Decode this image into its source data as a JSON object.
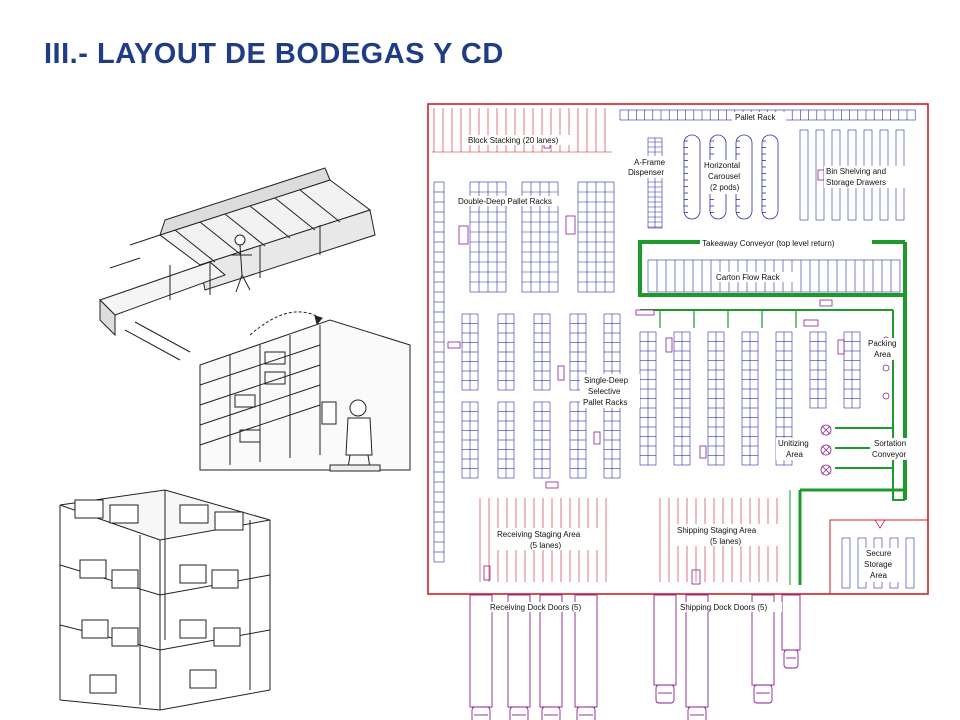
{
  "slide": {
    "title": "III.- LAYOUT DE BODEGAS Y CD"
  },
  "colors": {
    "title": "#1f3c88",
    "wall": "#d21f26",
    "rack": "#2a2ea8",
    "conveyor": "#1e9a2a",
    "equipment": "#8a1f8f",
    "trucks": "#8a1f8f"
  },
  "plan": {
    "labels": {
      "pallet_rack": "Pallet Rack",
      "block_stacking": "Block Stacking (20 lanes)",
      "a_frame_1": "A-Frame",
      "a_frame_2": "Dispenser",
      "carousel_1": "Horizontal",
      "carousel_2": "Carousel",
      "carousel_3": "(2 pods)",
      "bin_shelving_1": "Bin Shelving and",
      "bin_shelving_2": "Storage Drawers",
      "double_deep": "Double-Deep Pallet Racks",
      "takeaway": "Takeaway Conveyor (top level return)",
      "carton_flow": "Carton Flow Rack",
      "packing_1": "Packing",
      "packing_2": "Area",
      "single_deep_1": "Single-Deep",
      "single_deep_2": "Selective",
      "single_deep_3": "Pallet Racks",
      "unitizing_1": "Unitizing",
      "unitizing_2": "Area",
      "sortation_1": "Sortation",
      "sortation_2": "Conveyor",
      "receiving_staging_1": "Receiving Staging Area",
      "receiving_staging_2": "(5 lanes)",
      "shipping_staging_1": "Shipping Staging Area",
      "shipping_staging_2": "(5 lanes)",
      "secure_1": "Secure",
      "secure_2": "Storage",
      "secure_3": "Area",
      "receiving_doors": "Receiving Dock Doors (5)",
      "shipping_doors": "Shipping Dock Doors (5)"
    }
  }
}
